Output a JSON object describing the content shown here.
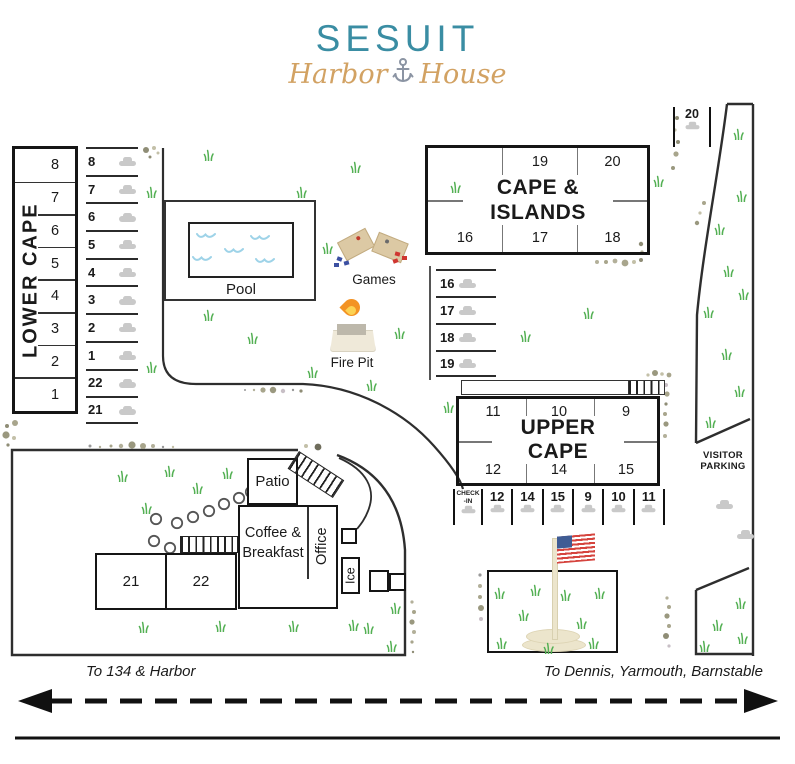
{
  "logo": {
    "title": "SESUIT",
    "script_word1": "Harbor",
    "script_word2": "House"
  },
  "buildings": {
    "lower_cape": {
      "name": "LOWER CAPE",
      "rooms": [
        "8",
        "7",
        "6",
        "5",
        "4",
        "3",
        "2",
        "1"
      ]
    },
    "cape_islands": {
      "name_line1": "CAPE &",
      "name_line2": "ISLANDS",
      "rooms_top": [
        "19",
        "20"
      ],
      "rooms_bottom": [
        "16",
        "17",
        "18"
      ]
    },
    "upper_cape": {
      "name_line1": "UPPER",
      "name_line2": "CAPE",
      "rooms_top": [
        "11",
        "10",
        "9"
      ],
      "rooms_bottom": [
        "12",
        "14",
        "15"
      ]
    },
    "annex_rooms": [
      "21",
      "22"
    ],
    "patio": "Patio",
    "coffee_line1": "Coffee &",
    "coffee_line2": "Breakfast",
    "office": "Office",
    "ice": "Ice"
  },
  "amenities": {
    "pool": "Pool",
    "games": "Games",
    "fire_pit": "Fire Pit"
  },
  "parking": {
    "lower_lot": [
      "8",
      "7",
      "6",
      "5",
      "4",
      "3",
      "2",
      "1",
      "22",
      "21"
    ],
    "mid_lot": [
      "16",
      "17",
      "18",
      "19"
    ],
    "checkin_line1": "CHECK",
    "checkin_line2": "-IN",
    "upper_lot": [
      "12",
      "14",
      "15",
      "9",
      "10",
      "11"
    ],
    "spot_20": "20",
    "visitor_line1": "VISITOR",
    "visitor_line2": "PARKING"
  },
  "roads": {
    "west_label": "To 134 & Harbor",
    "east_label": "To Dennis, Yarmouth, Barnstable"
  },
  "colors": {
    "logo_teal": "#3a8da3",
    "logo_tan": "#d2a263",
    "car_gray": "#c9c9c9",
    "grass_green": "#54b054",
    "pool_blue": "#9ed3e8",
    "flame_orange": "#f39324",
    "flag_red": "#d5443e",
    "flag_blue": "#3f5c94"
  }
}
